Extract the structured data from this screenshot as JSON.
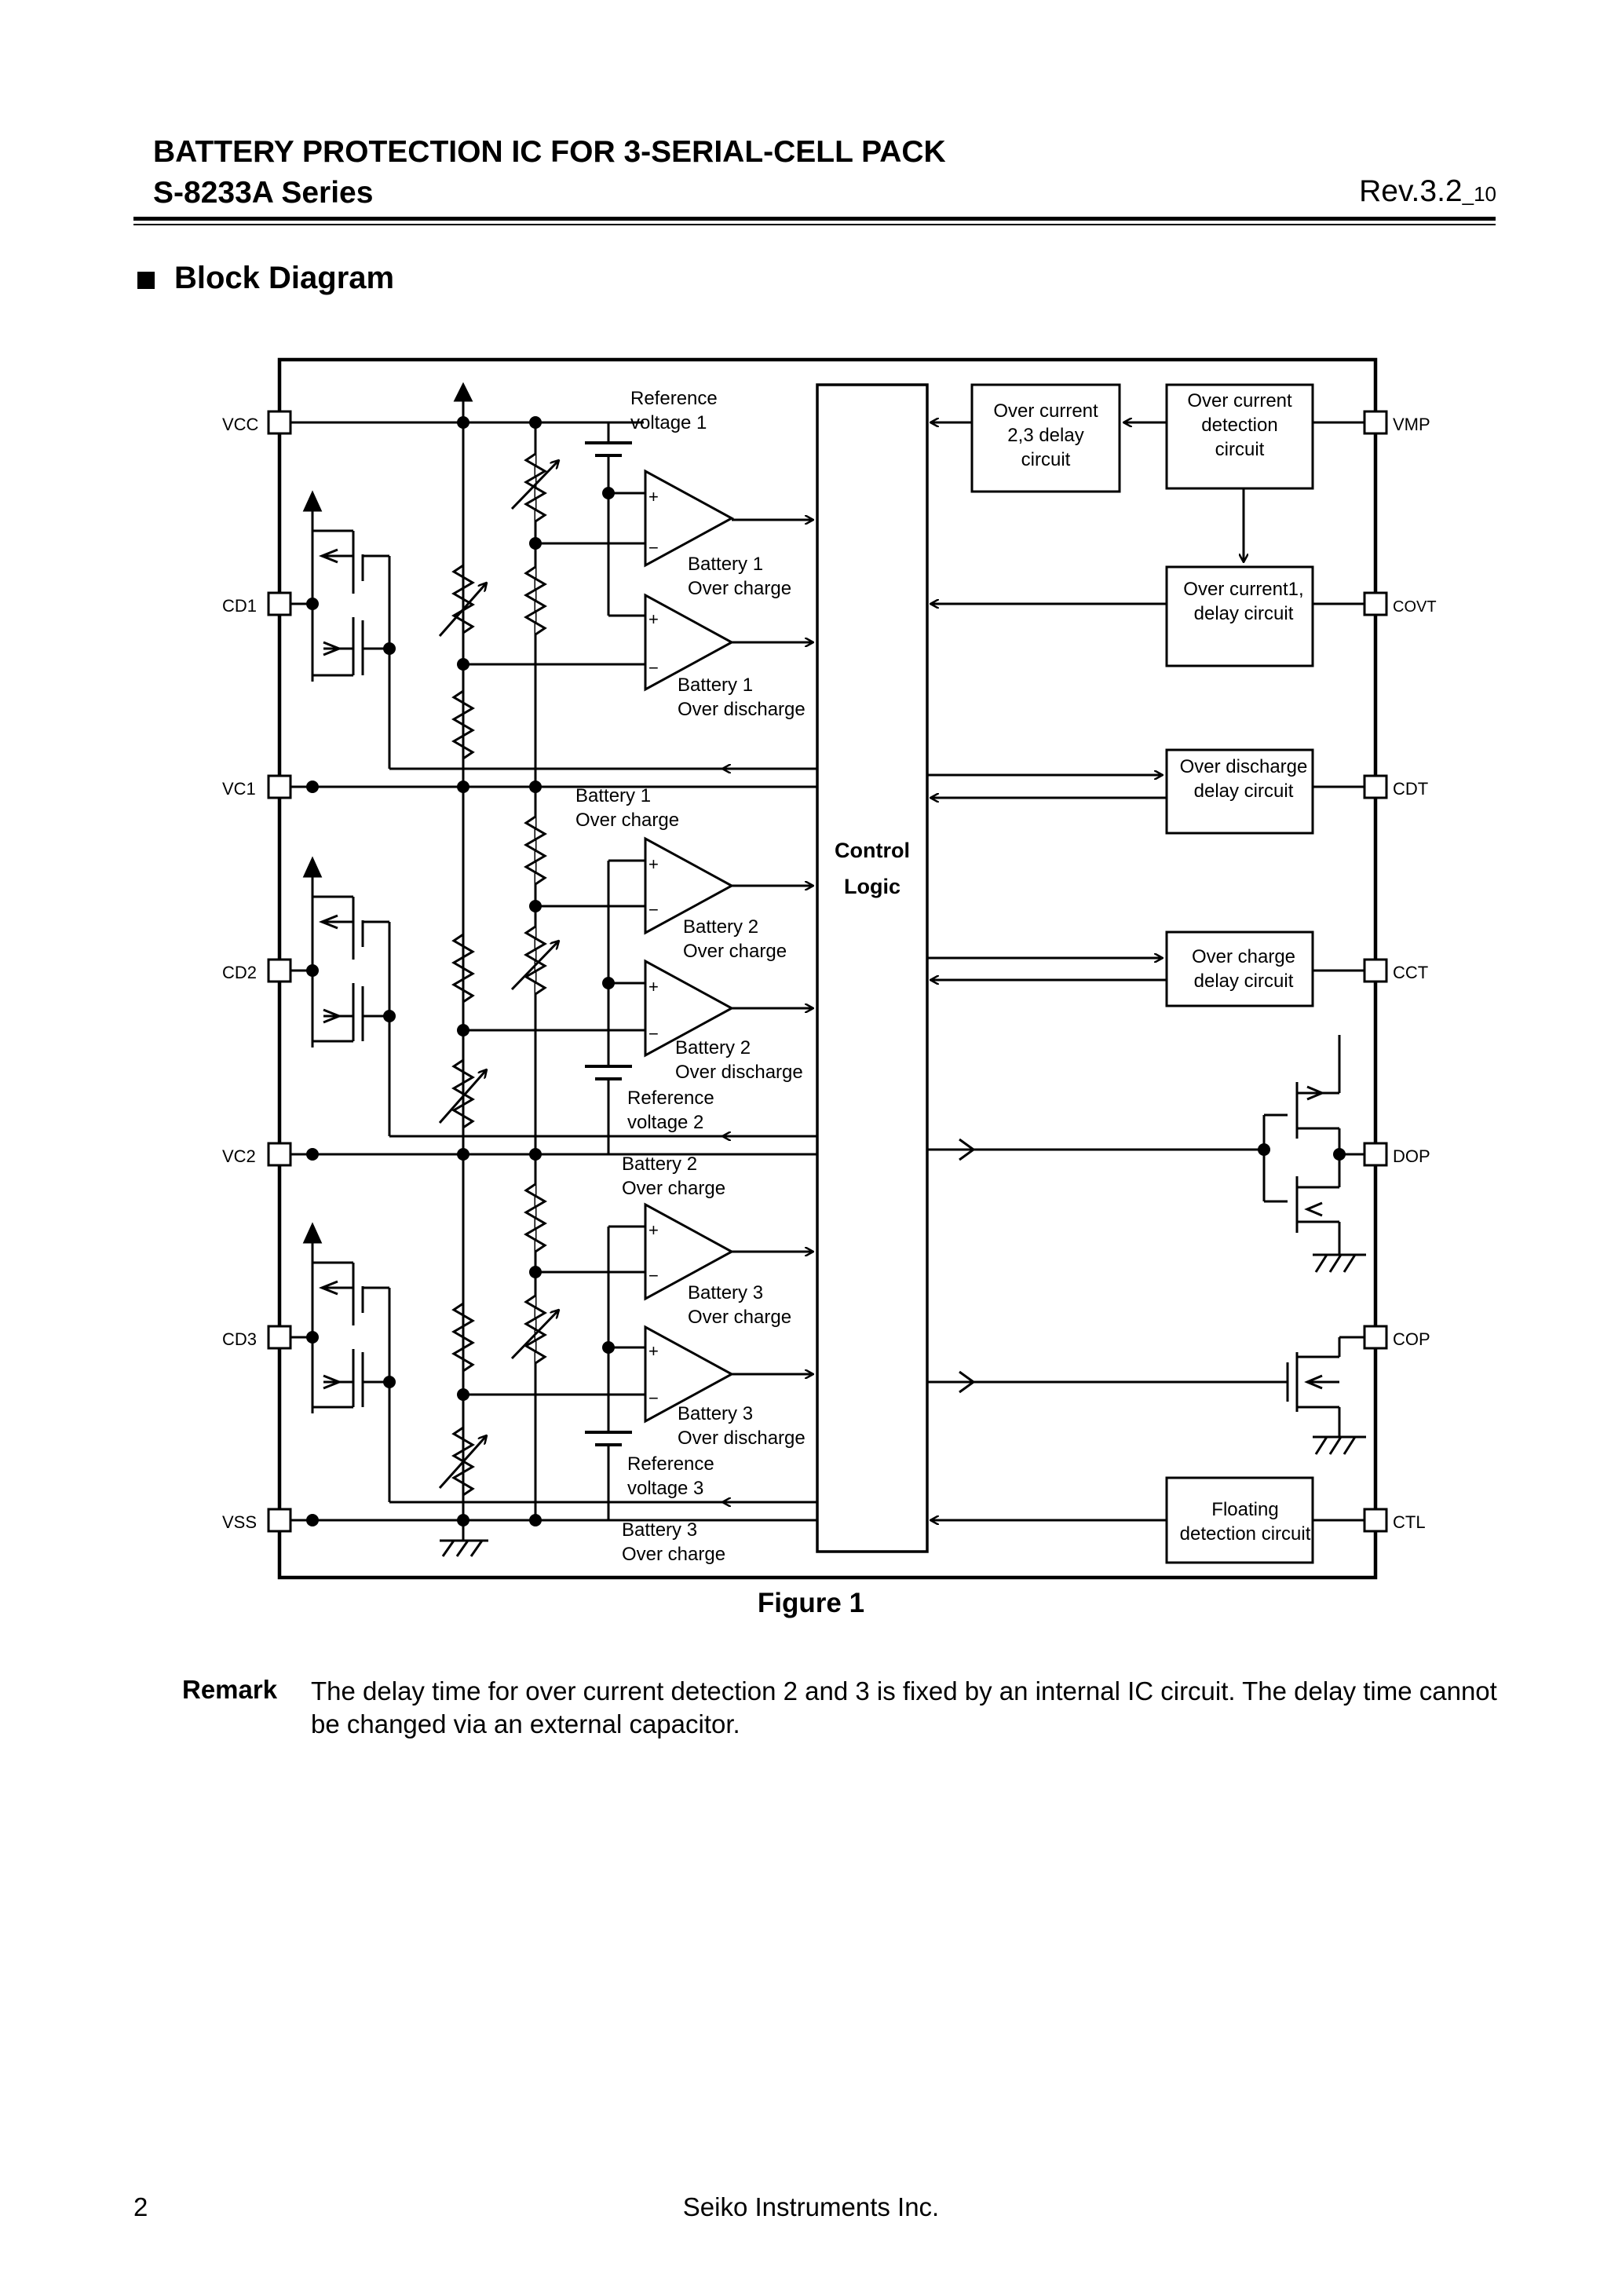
{
  "header": {
    "title": "BATTERY PROTECTION IC FOR 3-SERIAL-CELL PACK",
    "series": "S-8233A Series",
    "rev_main": "Rev.3.2",
    "rev_sub": "_10"
  },
  "section": {
    "title": "Block Diagram"
  },
  "diagram": {
    "pins_left": [
      "VCC",
      "CD1",
      "VC1",
      "CD2",
      "VC2",
      "CD3",
      "VSS"
    ],
    "pins_right": [
      "VMP",
      "COVT",
      "CDT",
      "CCT",
      "DOP",
      "COP",
      "CTL"
    ],
    "control_logic": [
      "Control",
      "Logic"
    ],
    "block_oc23": [
      "Over current",
      "2,3 delay",
      "circuit"
    ],
    "block_ocdet": [
      "Over current",
      "detection",
      "circuit"
    ],
    "block_oc1": [
      "Over current1,",
      "delay circuit"
    ],
    "block_odd": [
      "Over discharge",
      "delay circuit"
    ],
    "block_ocd": [
      "Over charge",
      "delay circuit"
    ],
    "block_float": [
      "Floating",
      "detection circuit"
    ],
    "ref1": [
      "Reference",
      "voltage 1"
    ],
    "ref2": [
      "Reference",
      "voltage 2"
    ],
    "ref3": [
      "Reference",
      "voltage 3"
    ],
    "cmp_b1_oc": [
      "Battery 1",
      "Over charge"
    ],
    "cmp_b1_od": [
      "Battery 1",
      "Over discharge"
    ],
    "cmp_b2_oc": [
      "Battery 2",
      "Over charge"
    ],
    "cmp_b2_od": [
      "Battery 2",
      "Over discharge"
    ],
    "cmp_b3_oc": [
      "Battery 3",
      "Over charge"
    ],
    "cmp_b3_od": [
      "Battery 3",
      "Over discharge"
    ],
    "bus_b1": [
      "Battery 1",
      "Over charge"
    ],
    "bus_b2": [
      "Battery 2",
      "Over charge"
    ],
    "bus_b3": [
      "Battery 3",
      "Over charge"
    ],
    "plus": "+",
    "minus": "−"
  },
  "figure": {
    "caption": "Figure 1"
  },
  "remark": {
    "label": "Remark",
    "text": "The delay time for over current detection 2 and 3 is fixed by an internal IC circuit.  The delay time cannot be changed via an external capacitor."
  },
  "footer": {
    "page": "2",
    "company": "Seiko Instruments Inc."
  }
}
